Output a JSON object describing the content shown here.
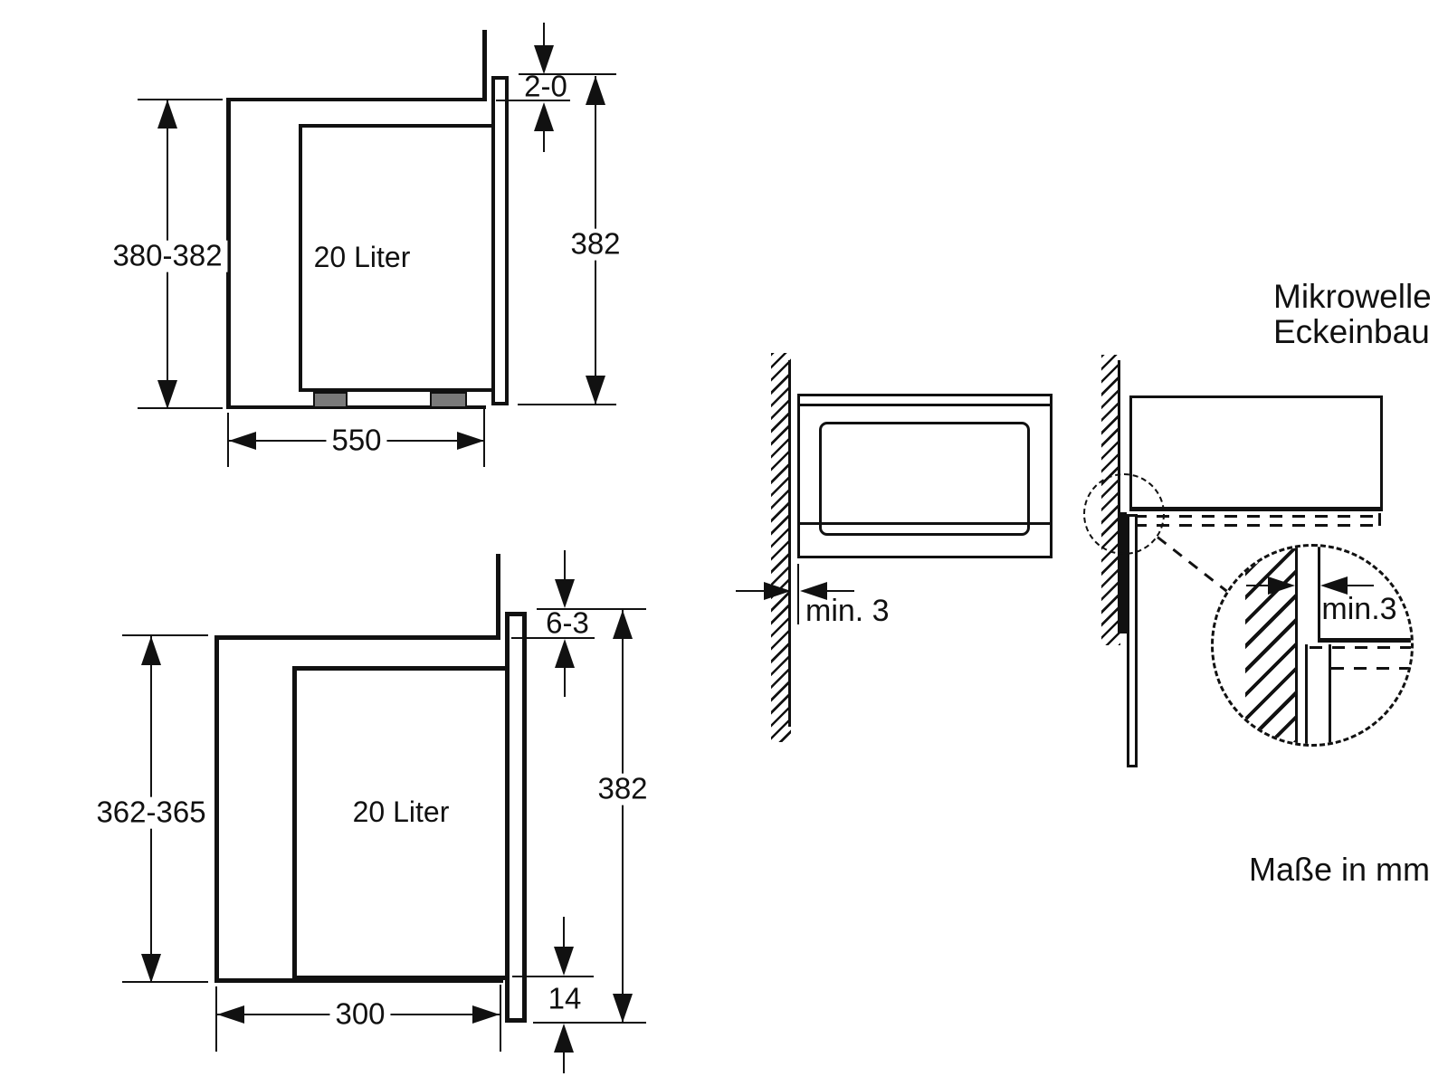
{
  "colors": {
    "line": "#111111",
    "foot_gray": "#7a7a7a",
    "background": "#ffffff"
  },
  "note": {
    "units": "Maße in mm"
  },
  "niche_550": {
    "height_range": "380-382",
    "width": "550",
    "front_panel_height": "382",
    "top_gap": "2-0",
    "volume": "20 Liter"
  },
  "niche_300": {
    "height_range": "362-365",
    "width": "300",
    "front_panel_height": "382",
    "top_gap": "6-3",
    "bottom_overhang": "14",
    "volume": "20 Liter"
  },
  "front_view": {
    "wall_clearance": "min. 3"
  },
  "corner_view": {
    "title_line1": "Mikrowelle",
    "title_line2": "Eckeinbau",
    "detail_clearance": "min.3"
  }
}
